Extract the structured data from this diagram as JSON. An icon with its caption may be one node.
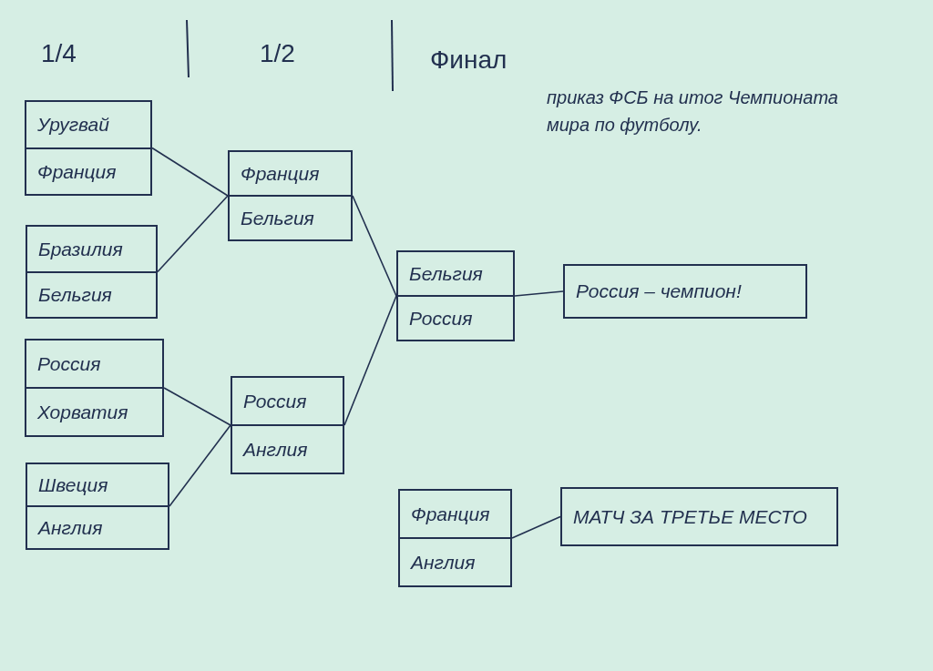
{
  "diagram": {
    "nodes": [
      {
        "text": [
          "Уругвай",
          "Франция"
        ]
      },
      {
        "text": [
          "Бразилия",
          "Бельгия"
        ]
      },
      {
        "text": [
          "Россия",
          "Хорватия"
        ]
      },
      {
        "text": [
          "Швеция",
          "Англия"
        ]
      },
      {
        "text": [
          "Франция",
          "Бельгия"
        ]
      },
      {
        "text": [
          "Россия",
          "Англия"
        ]
      },
      {
        "text": [
          "Бельгия",
          "Россия"
        ]
      },
      {
        "text": [
          "Россия – чемпион!"
        ]
      },
      {
        "text": [
          "Франция",
          "Англия"
        ]
      },
      {
        "text": [
          "МАТЧ ЗА ТРЕТЬЕ МЕСТО"
        ]
      }
    ],
    "edges": [
      {
        "from": 0,
        "to": 4,
        "arrow": "none"
      },
      {
        "from": 1,
        "to": 4,
        "arrow": "none"
      },
      {
        "from": 2,
        "to": 5,
        "arrow": "none"
      },
      {
        "from": 3,
        "to": 5,
        "arrow": "none"
      },
      {
        "from": 4,
        "to": 6,
        "arrow": "none"
      },
      {
        "from": 5,
        "to": 6,
        "arrow": "none"
      },
      {
        "from": 6,
        "to": 7,
        "arrow": "none"
      },
      {
        "from": 8,
        "to": 9,
        "arrow": "none"
      }
    ],
    "labels": [
      "1/4",
      "1/2",
      "Финал",
      "приказ ФСБ на итог Чемпионата мира по футболу."
    ]
  }
}
